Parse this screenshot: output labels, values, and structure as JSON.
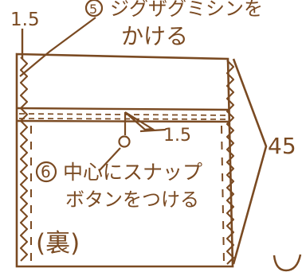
{
  "diagram": {
    "ink_color": "#7a4a22",
    "background_color": "#ffffff",
    "labels": {
      "top_left_measure": "1.5",
      "step5_number": "5",
      "step5_line1": "ジグザグミシンを",
      "step5_line2": "かける",
      "snap_measure": "1.5",
      "side_measure": "45",
      "step6_number": "6",
      "step6_line1": "中心にスナップ",
      "step6_line2": "ボタンをつける",
      "reverse_side": "(裏)"
    }
  }
}
